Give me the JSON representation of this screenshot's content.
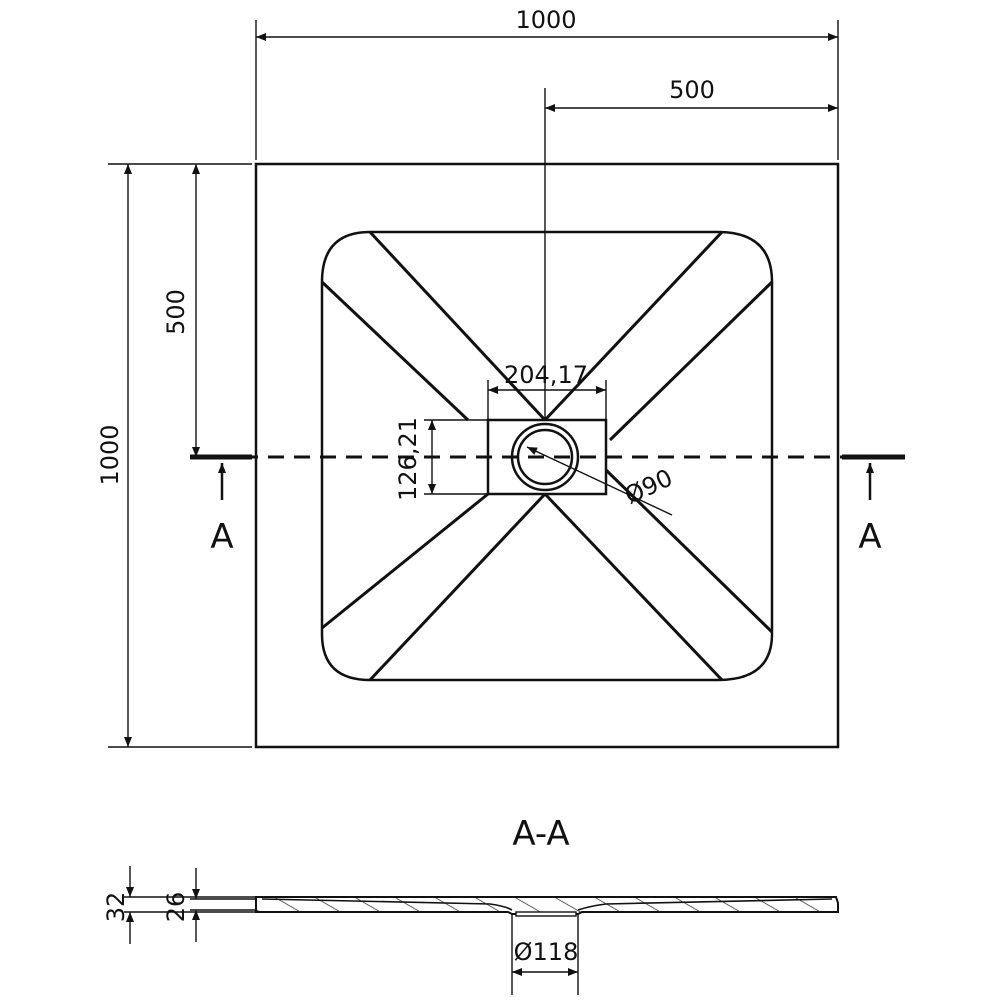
{
  "dimensions": {
    "overall_width": "1000",
    "half_width": "500",
    "overall_height": "1000",
    "half_height": "500",
    "grate_width": "204,17",
    "grate_height": "126,21",
    "drain_diameter": "Ø90",
    "total_thickness": "32",
    "edge_thickness": "26",
    "outlet_diameter": "Ø118"
  },
  "section": {
    "marker_left": "A",
    "marker_right": "A",
    "title": "A-A"
  },
  "colors": {
    "line": "#111111",
    "background": "#ffffff"
  }
}
